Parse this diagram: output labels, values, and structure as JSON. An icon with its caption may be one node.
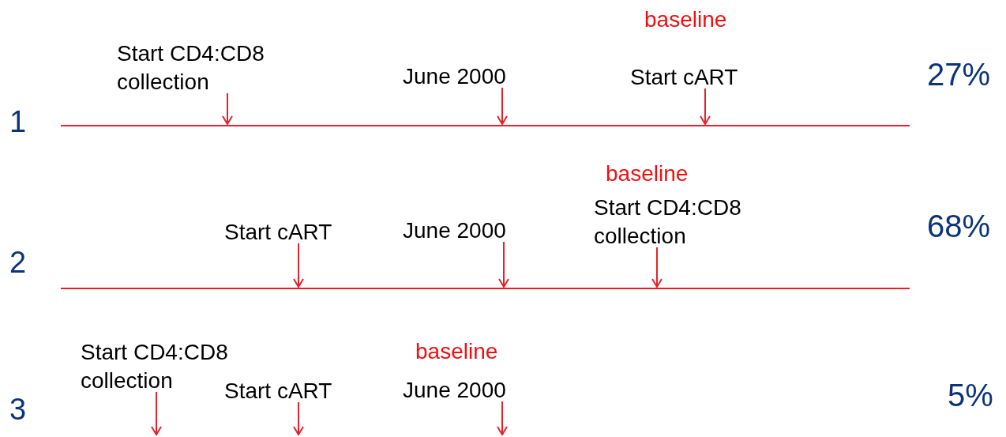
{
  "diagram": {
    "nodes": [
      {
        "text": [
          "Start CD4:CD8 collection"
        ]
      },
      {
        "text": [
          "June 2000"
        ]
      },
      {
        "text": [
          "Start cART"
        ],
        "beside": [
          "baseline"
        ]
      },
      {
        "text": [],
        "shape": "bar"
      },
      {
        "text": [
          "Start cART"
        ]
      },
      {
        "text": [
          "June 2000"
        ]
      },
      {
        "text": [
          "Start CD4:CD8 collection"
        ],
        "beside": [
          "baseline"
        ]
      },
      {
        "text": [],
        "shape": "bar"
      },
      {
        "text": [
          "Start CD4:CD8 collection"
        ]
      },
      {
        "text": [
          "Start cART"
        ]
      },
      {
        "text": [
          "June 2000"
        ],
        "beside": [
          "baseline"
        ]
      }
    ],
    "edges": [
      {
        "from": 0,
        "to": 3,
        "arrow": "to"
      },
      {
        "from": 1,
        "to": 3,
        "arrow": "to"
      },
      {
        "from": 2,
        "to": 3,
        "arrow": "to"
      },
      {
        "from": 4,
        "to": 7,
        "arrow": "to"
      },
      {
        "from": 5,
        "to": 7,
        "arrow": "to"
      },
      {
        "from": 6,
        "to": 7,
        "arrow": "to"
      },
      {
        "from": 8,
        "to": null,
        "arrow": "to"
      },
      {
        "from": 9,
        "to": null,
        "arrow": "to"
      },
      {
        "from": 10,
        "to": null,
        "arrow": "to"
      }
    ],
    "labels": [
      "27%",
      "1",
      "68%",
      "2",
      "3",
      "5%"
    ]
  }
}
